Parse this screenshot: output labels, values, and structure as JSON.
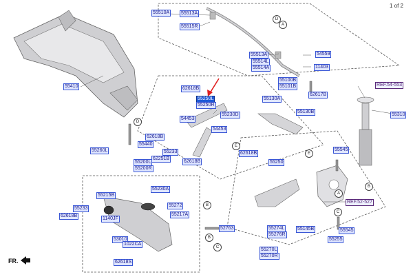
{
  "page_info": "1 of 2",
  "front_label": "FR.",
  "part_labels": [
    "55510A",
    "55513A",
    "55515R",
    "55513A",
    "55514L",
    "55514A",
    "54559",
    "11403",
    "55410",
    "62618B",
    "55250L",
    "55250R",
    "55230D",
    "55100B",
    "55101B",
    "62617B",
    "55130A",
    "55130B",
    "54453",
    "54453",
    "55440",
    "62618B",
    "62251B",
    "55233",
    "55260L",
    "55200L",
    "55200R",
    "62618B",
    "62618B",
    "55250",
    "55215B",
    "55230A",
    "55272",
    "55217A",
    "55233",
    "62618B",
    "1140JF",
    "52763",
    "53010",
    "1022CA",
    "62618S",
    "55545",
    "55545",
    "55255",
    "55145B",
    "55274L",
    "55276R",
    "55270L",
    "55270R",
    "55310"
  ],
  "ref_labels": [
    "REF.54-553",
    "REF.52-527"
  ],
  "circle_labels": [
    "D",
    "A",
    "D",
    "E",
    "E",
    "A",
    "B",
    "B",
    "B",
    "C",
    "C"
  ]
}
